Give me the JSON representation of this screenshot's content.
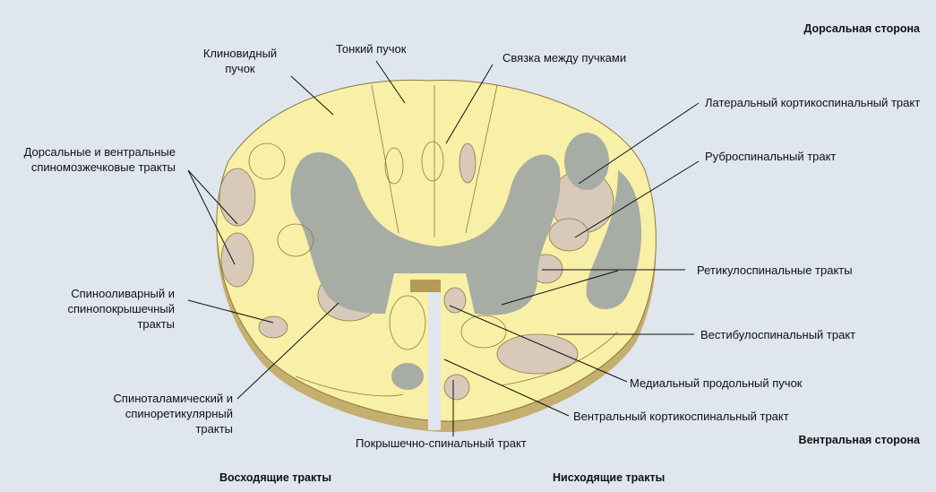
{
  "headings": {
    "dorsal": "Дорсальная сторона",
    "ventral": "Вентральная сторона",
    "ascending": "Восходящие тракты",
    "descending": "Нисходящие тракты"
  },
  "labels": {
    "cuneate": "Клиновидный пучок",
    "gracile": "Тонкий пучок",
    "commissure": "Связка между пучками",
    "lateral_corticospinal": "Латеральный кортикоспинальный тракт",
    "rubrospinal": "Руброспинальный тракт",
    "spinocerebellar": "Дорсальные и вентральные спиномозжечковые тракты",
    "reticulospinal": "Ретикулоспинальные тракты",
    "spinoolivary": "Спинооливарный и спинопокрышечный тракты",
    "vestibulospinal": "Вестибулоспинальный тракт",
    "medial_longitudinal": "Медиальный продольный пучок",
    "spinothalamic": "Спиноталамический и спиноретикулярный тракты",
    "ventral_corticospinal": "Вентральный кортикоспинальный тракт",
    "tectospinal": "Покрышечно-спинальный тракт"
  },
  "colors": {
    "white_matter": "#f7f0a6",
    "gray_matter": "#a7aca4",
    "tract": "#d9c9b9",
    "rim": "#c4ae70",
    "background": "#dfe6ee"
  }
}
